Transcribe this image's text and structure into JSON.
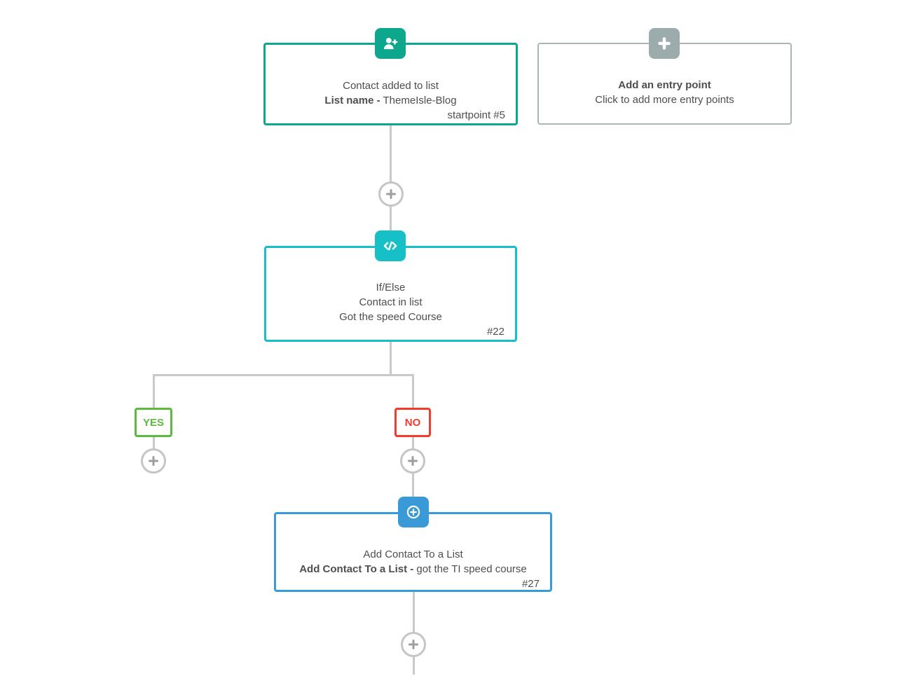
{
  "colors": {
    "contact_green": "#0ca78c",
    "entry_border_gray": "#aab6b6",
    "entry_icon_gray": "#9cabab",
    "ifelse_teal": "#17bfc7",
    "yes_green": "#5cb83e",
    "no_red": "#f5392c",
    "add_blue": "#3a9ad8",
    "connector_gray": "#c9c9c9",
    "text": "#4e4e4e"
  },
  "nodes": {
    "contact_added": {
      "icon": "user-plus-icon",
      "line1": "Contact added to list",
      "line2_bold": "List name -",
      "line2_rest": " ThemeIsle-Blog",
      "ref": "startpoint #5"
    },
    "entry_point": {
      "icon": "plus-icon",
      "title": "Add an entry point",
      "subtitle": "Click to add more entry points"
    },
    "if_else": {
      "icon": "code-icon",
      "line1": "If/Else",
      "line2": "Contact in list",
      "line3": "Got the speed Course",
      "ref": "#22"
    },
    "branch_yes": {
      "label": "YES"
    },
    "branch_no": {
      "label": "NO"
    },
    "add_contact": {
      "icon": "plus-circle-icon",
      "line1": "Add Contact To a List",
      "line2_bold": "Add Contact To a List -",
      "line2_rest": " got the TI speed course",
      "ref": "#27"
    }
  }
}
